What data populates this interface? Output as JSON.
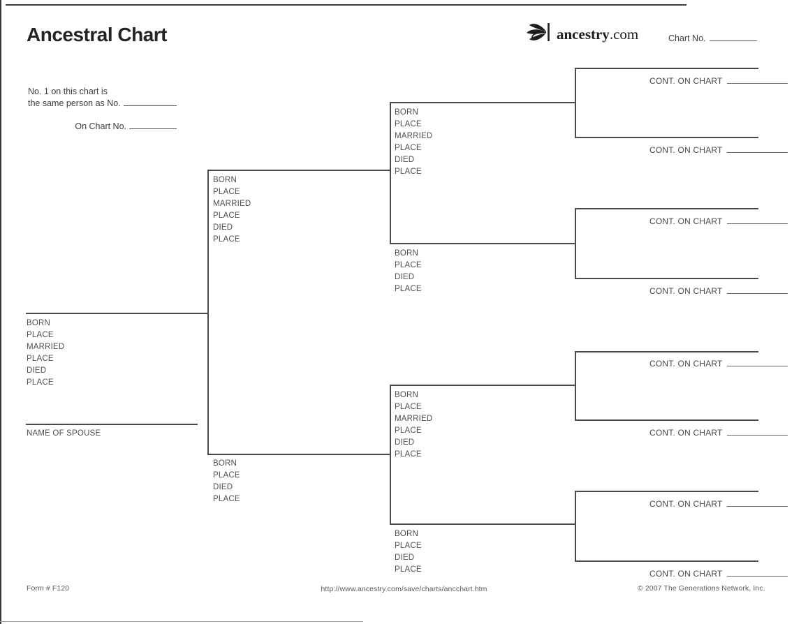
{
  "header": {
    "title": "Ancestral Chart",
    "logo": {
      "brand": "ancestry",
      "tld": ".com"
    },
    "chart_no": {
      "label": "Chart No.",
      "value": ""
    }
  },
  "note": {
    "line1": "No. 1 on this chart is",
    "line2_label": "the same person as No.",
    "line2_value": "",
    "line3_label": "On Chart No.",
    "line3_value": ""
  },
  "tree": {
    "person1": {
      "fields": [
        "BORN",
        "PLACE",
        "MARRIED",
        "PLACE",
        "DIED",
        "PLACE"
      ],
      "spouse_label": "NAME OF SPOUSE"
    },
    "person2": {
      "fields": [
        "BORN",
        "PLACE",
        "MARRIED",
        "PLACE",
        "DIED",
        "PLACE"
      ]
    },
    "person3": {
      "fields": [
        "BORN",
        "PLACE",
        "DIED",
        "PLACE"
      ]
    },
    "person4": {
      "fields": [
        "BORN",
        "PLACE",
        "MARRIED",
        "PLACE",
        "DIED",
        "PLACE"
      ]
    },
    "person5": {
      "fields": [
        "BORN",
        "PLACE",
        "DIED",
        "PLACE"
      ]
    },
    "person6": {
      "fields": [
        "BORN",
        "PLACE",
        "MARRIED",
        "PLACE",
        "DIED",
        "PLACE"
      ]
    },
    "person7": {
      "fields": [
        "BORN",
        "PLACE",
        "DIED",
        "PLACE"
      ]
    },
    "cont_label": "CONT. ON CHART",
    "cont_value": ""
  },
  "footer": {
    "form_no": "Form # F120",
    "url": "http://www.ancestry.com/save/charts/ancchart.htm",
    "copyright": "© 2007 The Generations Network, Inc."
  }
}
